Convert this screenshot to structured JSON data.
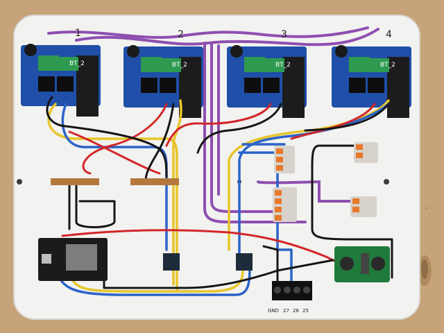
{
  "photo": {
    "subject": "motor-driver-wiring-board",
    "colors": {
      "table": "#c9a77c",
      "board": "#f1f1ef",
      "driver_pcb": "#1f4fa8",
      "heatsink": "#1c1c1c",
      "terminal_green": "#2e9a4f",
      "wago_orange": "#e8782a",
      "wire_purple": "#8e4fb0",
      "wire_yellow": "#e7c52a",
      "wire_blue": "#2b63c8",
      "wire_red": "#d3262a",
      "wire_black": "#151515",
      "esp_board": "#1b1b1b",
      "buck_pcb": "#1f7a3c"
    }
  },
  "drivers": [
    {
      "number": "1",
      "label": "BT_2"
    },
    {
      "number": "2",
      "label": "BT_2"
    },
    {
      "number": "3",
      "label": "BT_2"
    },
    {
      "number": "4",
      "label": "BT_2"
    }
  ],
  "connector_labels": [
    "GND",
    "27",
    "26",
    "25"
  ]
}
